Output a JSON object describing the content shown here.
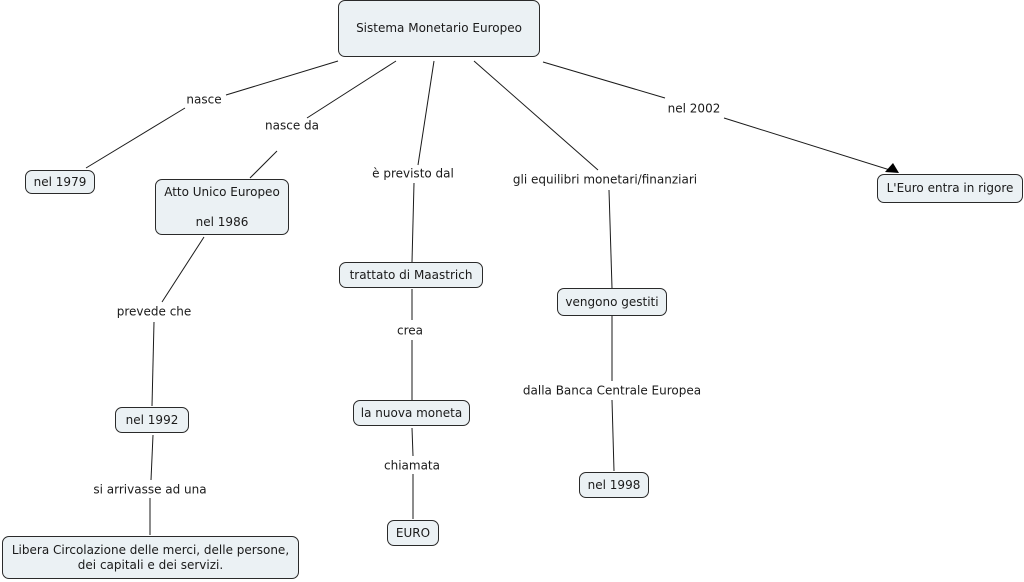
{
  "concept_map": {
    "root": "Sistema Monetario Europeo",
    "nodes": {
      "n1979": "nel 1979",
      "atto_line1": "Atto Unico Europeo",
      "atto_line2": "nel 1986",
      "n1992": "nel 1992",
      "libera_line1": "Libera Circolazione delle merci, delle persone,",
      "libera_line2": "dei capitali e dei servizi.",
      "maastrich": "trattato di Maastrich",
      "moneta": "la nuova moneta",
      "euro": "EURO",
      "gestiti": "vengono gestiti",
      "n1998": "nel 1998",
      "rigore": "L'Euro entra in rigore"
    },
    "links": {
      "nasce": "nasce",
      "nasce_da": "nasce da",
      "previsto": "è previsto dal",
      "equilibri": "gli equilibri monetari/finanziari",
      "nel2002": "nel 2002",
      "prevede": "prevede che",
      "arrivasse": "si arrivasse ad una",
      "crea": "crea",
      "chiamata": "chiamata",
      "banca": "dalla Banca Centrale Europea"
    }
  }
}
